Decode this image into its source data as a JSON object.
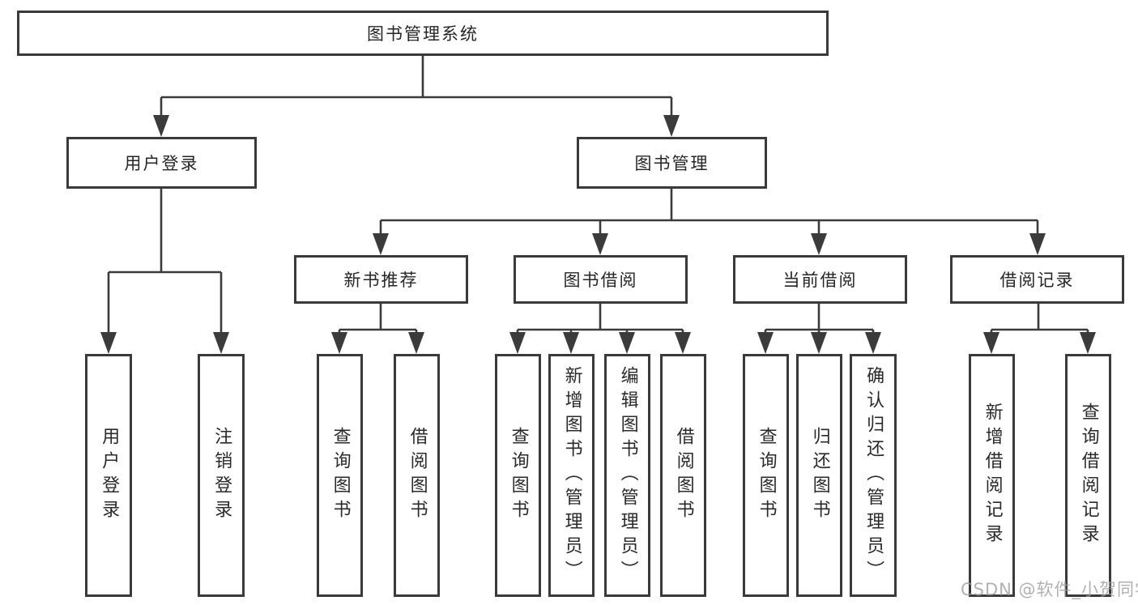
{
  "diagram": {
    "root": {
      "label": "图书管理系统"
    },
    "level2": [
      {
        "label": "用户登录"
      },
      {
        "label": "图书管理"
      }
    ],
    "level3": [
      {
        "label": "新书推荐"
      },
      {
        "label": "图书借阅"
      },
      {
        "label": "当前借阅"
      },
      {
        "label": "借阅记录"
      }
    ],
    "leaves": {
      "login": [
        "用户登录",
        "注销登录"
      ],
      "recommend": [
        "查询图书",
        "借阅图书"
      ],
      "borrow": [
        "查询图书",
        "新增图书（管理员）",
        "编辑图书（管理员）",
        "借阅图书"
      ],
      "current": [
        "查询图书",
        "归还图书",
        "确认归还（管理员）"
      ],
      "records": [
        "新增借阅记录",
        "查询借阅记录"
      ]
    }
  },
  "watermark": "CSDN @软件_小贺同学",
  "colors": {
    "line": "#3b3b3b",
    "box_border": "#3a3a3a",
    "text": "#262626",
    "watermark": "#9e9e9e",
    "background": "#ffffff"
  }
}
